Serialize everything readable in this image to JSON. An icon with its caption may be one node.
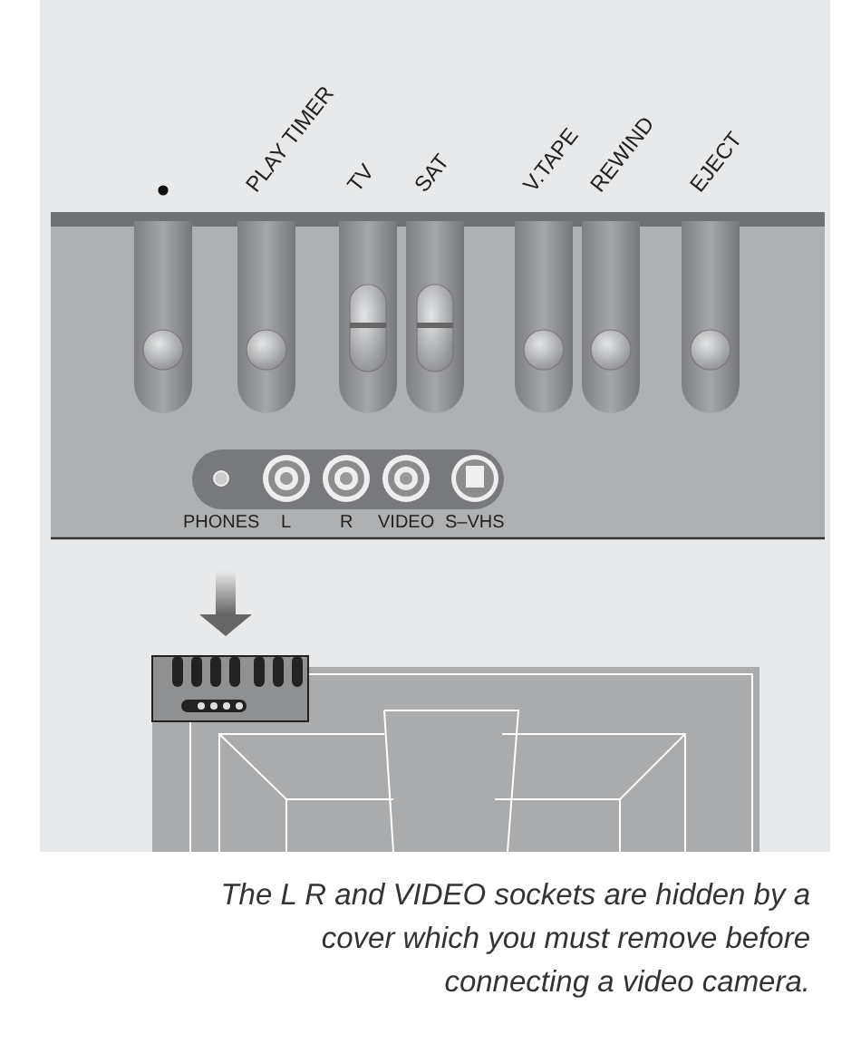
{
  "diagram": {
    "caption": "The L R and VIDEO sockets are hidden by a cover which you must remove before connecting a video camera.",
    "labels": [
      "PLAY TIMER",
      "TV",
      "SAT",
      "V.TAPE",
      "REWIND",
      "EJECT",
      "PHONES",
      "L",
      "R",
      "VIDEO",
      "S–VHS"
    ]
  }
}
